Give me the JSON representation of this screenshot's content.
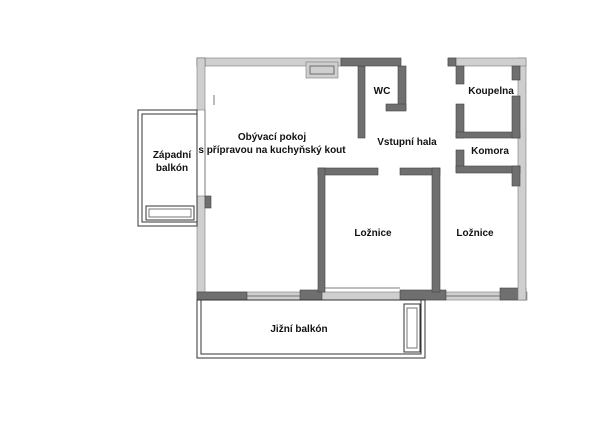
{
  "plan": {
    "rooms": {
      "living": [
        "Obývací pokoj",
        "s přípravou na kuchyňský kout"
      ],
      "west_balcony": [
        "Západní",
        "balkón"
      ],
      "wc": "WC",
      "hall": "Vstupní hala",
      "bathroom": "Koupelna",
      "storage": "Komora",
      "bedroom_1": "Ložnice",
      "bedroom_2": "Ložnice",
      "south_balcony": "Jižní balkón"
    },
    "colors": {
      "wall": "#6f6f6f",
      "wall_light": "#cfcfcf",
      "line": "#333333",
      "background": "#ffffff"
    }
  }
}
